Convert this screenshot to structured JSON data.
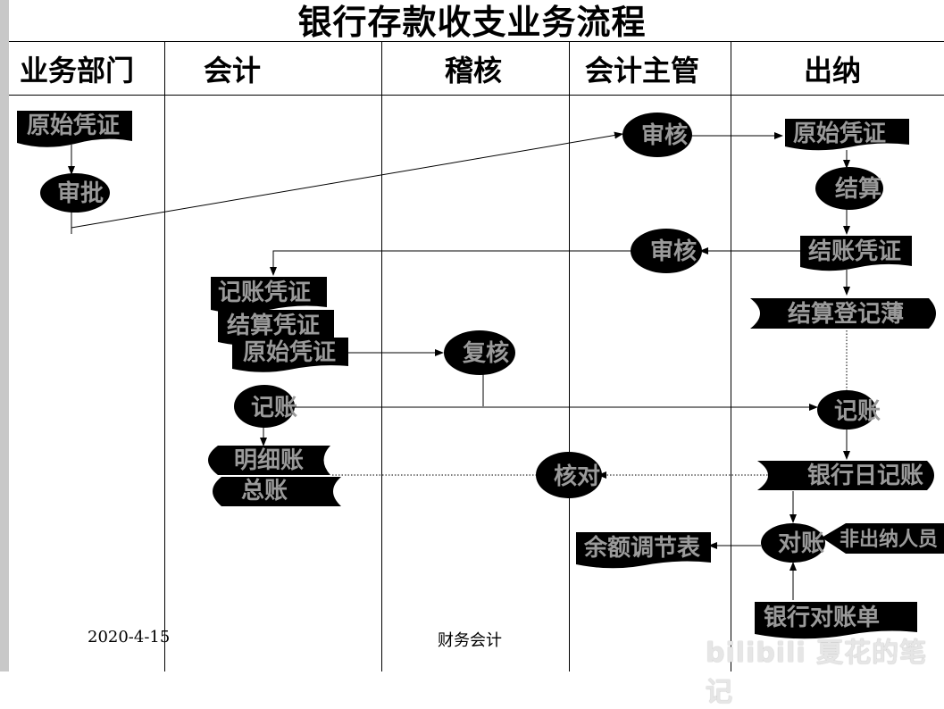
{
  "title": "银行存款收支业务流程",
  "lanes": [
    "业务部门",
    "会计",
    "稽核",
    "会计主管",
    "出纳"
  ],
  "nodes": {
    "orig_voucher_dept": "原始凭证",
    "approve": "审批",
    "review_mgr_1": "审核",
    "orig_voucher_cashier": "原始凭证",
    "settle": "结算",
    "review_mgr_2": "审核",
    "settle_voucher_cashier": "结账凭证",
    "settle_register": "结算登记薄",
    "acc_voucher": "记账凭证",
    "settle_voucher": "结算凭证",
    "orig_voucher_acc": "原始凭证",
    "recheck": "复核",
    "post_acc": "记账",
    "post_cashier": "记账",
    "detail_ledger": "明细账",
    "general_ledger": "总账",
    "verify": "核对",
    "bank_journal": "银行日记账",
    "reconcile": "对账",
    "non_cashier": "非出纳人员",
    "balance_table": "余额调节表",
    "bank_statement": "银行对账单"
  },
  "footer": {
    "date": "2020-4-15",
    "subject": "财务会计"
  },
  "watermark": "bilibili 夏花的笔记"
}
